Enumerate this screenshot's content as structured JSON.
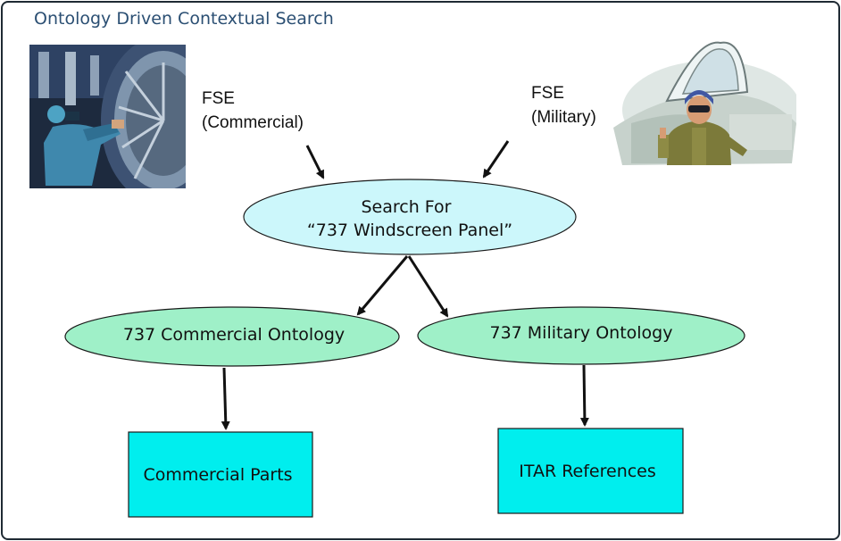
{
  "title": "Ontology Driven Contextual Search",
  "users": {
    "commercial": {
      "line1": "FSE",
      "line2": "(Commercial)"
    },
    "military": {
      "line1": "FSE",
      "line2": "(Military)"
    }
  },
  "search": {
    "line1": "Search For",
    "line2": "“737 Windscreen Panel”"
  },
  "ontologies": {
    "commercial": "737 Commercial  Ontology",
    "military": "737 Military Ontology"
  },
  "outputs": {
    "commercial": "Commercial Parts",
    "military": "ITAR References"
  },
  "colors": {
    "search_fill": "#ccf7fb",
    "ontology_fill": "#9ff0c8",
    "output_fill": "#00eeee",
    "title": "#2b4f73"
  }
}
